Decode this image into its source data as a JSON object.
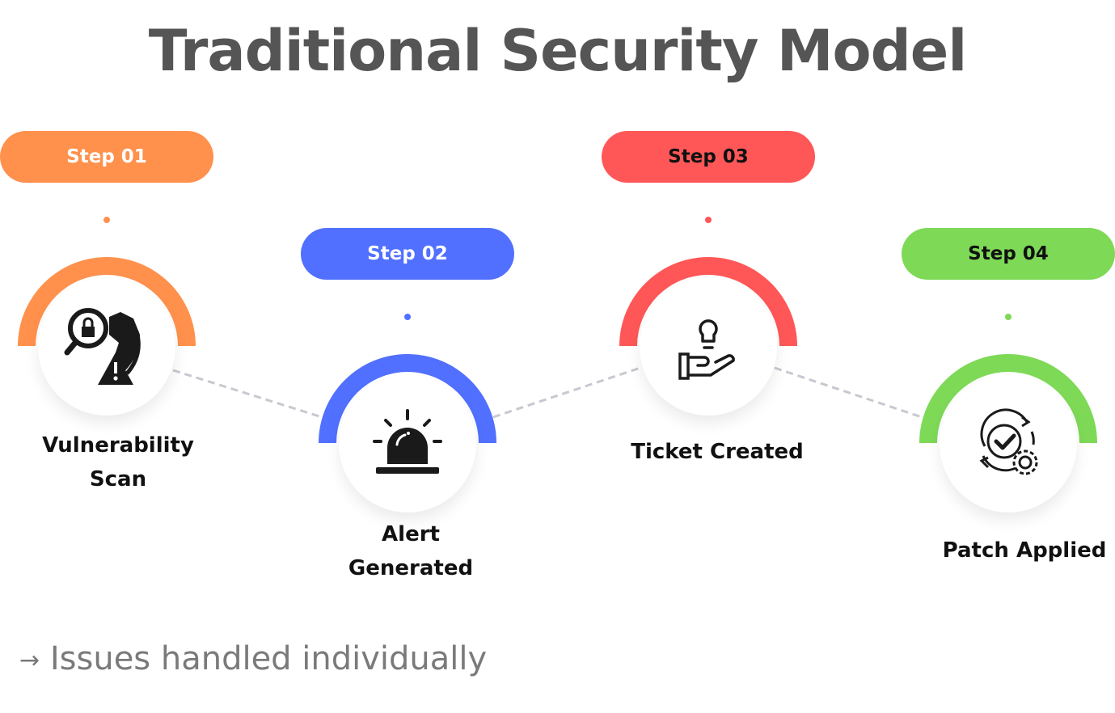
{
  "title": "Traditional Security Model",
  "steps": [
    {
      "pill": "Step 01",
      "label_line1": "Vulnerability",
      "label_line2": "Scan",
      "icon": "vulnerability-scan-icon",
      "color": "#FF914D",
      "pill_text_color": "#FFFFFF"
    },
    {
      "pill": "Step 02",
      "label_line1": "Alert",
      "label_line2": "Generated",
      "icon": "siren-alert-icon",
      "color": "#5170FF",
      "pill_text_color": "#FFFFFF"
    },
    {
      "pill": "Step 03",
      "label_line1": "Ticket Created",
      "label_line2": "",
      "icon": "hand-lightbulb-icon",
      "color": "#FF5757",
      "pill_text_color": "#111111"
    },
    {
      "pill": "Step 04",
      "label_line1": "Patch Applied",
      "label_line2": "",
      "icon": "patch-gear-check-icon",
      "color": "#7ED957",
      "pill_text_color": "#111111"
    }
  ],
  "connector_color": "#C8C8D0",
  "footer": {
    "arrow": "→",
    "text": "Issues handled individually"
  }
}
